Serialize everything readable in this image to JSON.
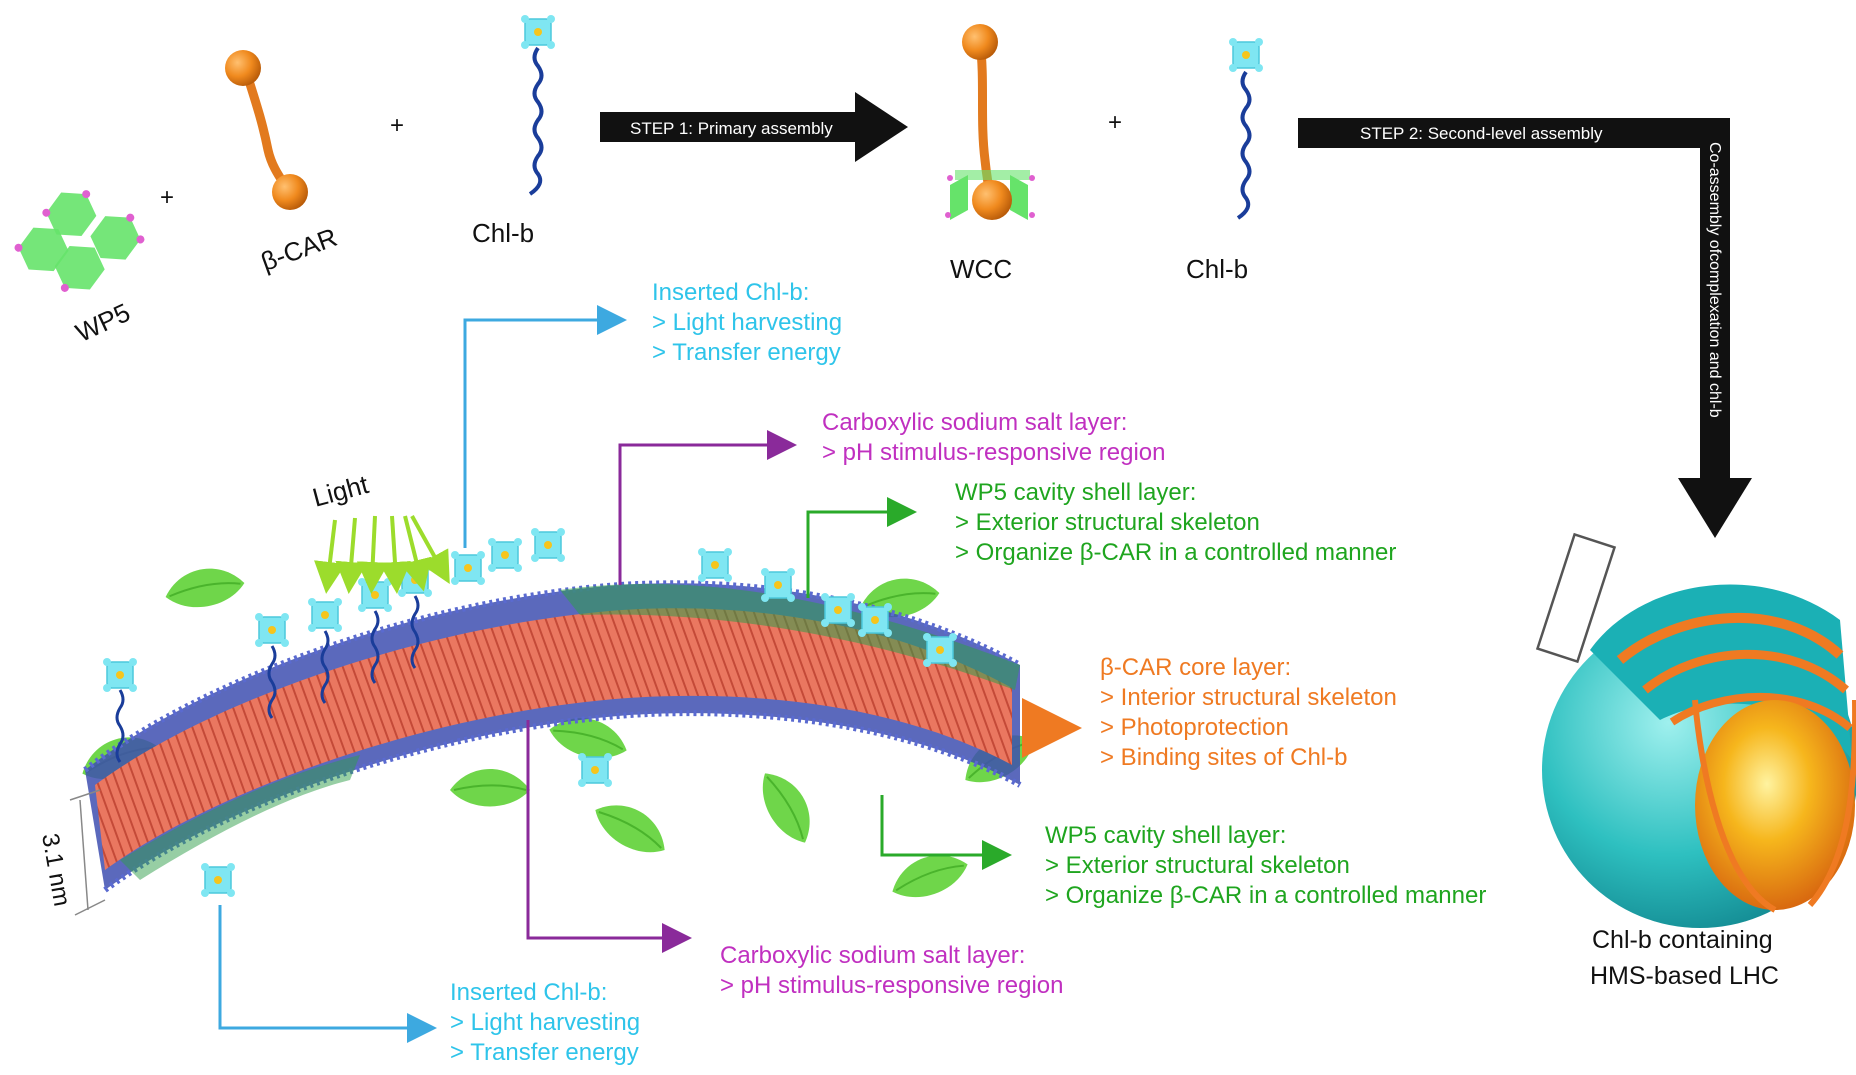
{
  "top": {
    "wp5_label": "WP5",
    "bcar_label": "β-CAR",
    "chlb_label_1": "Chl-b",
    "plus_1": "+",
    "plus_2": "+",
    "plus_3": "+",
    "step1": "STEP 1: Primary assembly",
    "wcc_label": "WCC",
    "chlb_label_2": "Chl-b",
    "step2": "STEP 2: Second-level assembly",
    "coassembly": "Co-assembly ofcomplexation and chl-b"
  },
  "light_label": "Light",
  "dimension_label": "3.1 nm",
  "sphere_caption": [
    "Chl-b containing",
    "HMS-based LHC"
  ],
  "annotations": {
    "inserted_top": {
      "title": "Inserted Chl-b:",
      "lines": [
        "> Light harvesting",
        "> Transfer energy"
      ]
    },
    "carboxylic_top": {
      "title": "Carboxylic sodium salt layer:",
      "lines": [
        "> pH stimulus-responsive region"
      ]
    },
    "wp5_top": {
      "title": "WP5 cavity shell layer:",
      "lines": [
        "> Exterior structural skeleton",
        "> Organize β-CAR in a controlled manner"
      ]
    },
    "bcar_core": {
      "title": "β-CAR core layer:",
      "lines": [
        "> Interior structural skeleton",
        "> Photoprotection",
        "> Binding sites of Chl-b"
      ]
    },
    "wp5_bottom": {
      "title": "WP5 cavity shell layer:",
      "lines": [
        "> Exterior structural skeleton",
        "> Organize β-CAR in a controlled manner"
      ]
    },
    "carboxylic_bottom": {
      "title": "Carboxylic sodium salt layer:",
      "lines": [
        "> pH stimulus-responsive region"
      ]
    },
    "inserted_bottom": {
      "title": "Inserted Chl-b:",
      "lines": [
        "> Light harvesting",
        "> Transfer energy"
      ]
    }
  },
  "colors": {
    "blue": "#3da9e0",
    "cyan_text": "#2ec4ea",
    "purple": "#8a2a9a",
    "magenta_text": "#c030c0",
    "green": "#2aaa2a",
    "green_text": "#1fa51f",
    "orange": "#ef7a22",
    "black": "#111111"
  }
}
